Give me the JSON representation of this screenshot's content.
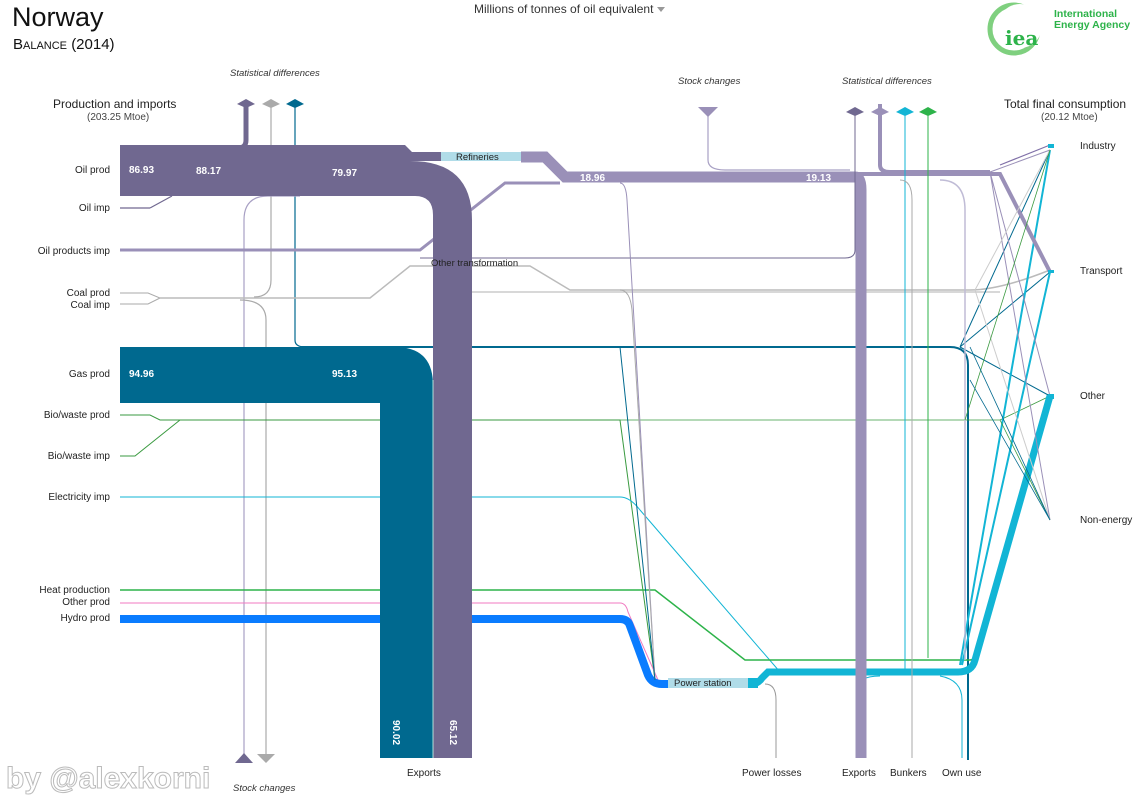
{
  "header": {
    "title": "Norway",
    "subtitle": "Balance (2014)",
    "units": "Millions of tonnes of oil equivalent"
  },
  "logo": {
    "mark": "iea",
    "line1": "International",
    "line2": "Energy Agency"
  },
  "left": {
    "heading": "Production and imports",
    "total": "(203.25 Mtoe)",
    "items": [
      "Oil prod",
      "Oil imp",
      "Oil products imp",
      "Coal prod",
      "Coal imp",
      "Gas prod",
      "Bio/waste prod",
      "Bio/waste imp",
      "Electricity imp",
      "Heat production",
      "Other prod",
      "Hydro prod"
    ]
  },
  "right": {
    "heading": "Total final consumption",
    "total": "(20.12 Mtoe)",
    "items": [
      "Industry",
      "Transport",
      "Other",
      "Non-energy"
    ]
  },
  "top_labels": {
    "stat_diff_left": "Statistical differences",
    "stock_changes_top": "Stock  changes",
    "stat_diff_right": "Statistical differences"
  },
  "transform": {
    "refineries": "Refineries",
    "other_transformation": "Other transformation",
    "power_station": "Power station"
  },
  "values": {
    "oil_prod": "86.93",
    "oil_after_imp": "88.17",
    "oil_crude": "79.97",
    "gas_prod": "94.96",
    "gas_after": "95.13",
    "ref_out": "18.96",
    "ref_out2": "19.13",
    "gas_exports": "90.02",
    "oil_exports": "65.12"
  },
  "bottom": {
    "exports_left": "Exports",
    "stock_changes": "Stock changes",
    "power_losses": "Power losses",
    "exports_right": "Exports",
    "bunkers": "Bunkers",
    "own_use": "Own use"
  },
  "watermark": "by @alexkorni",
  "colors": {
    "oil": "#706890",
    "oil_products": "#9a90b8",
    "gas": "#00698f",
    "coal": "#b0b0b0",
    "bio": "#3a9a40",
    "electricity": "#12b5d5",
    "heat": "#2db34a",
    "other": "#f07ac0",
    "hydro": "#0a7cff",
    "transform_box": "#b0dce8"
  }
}
